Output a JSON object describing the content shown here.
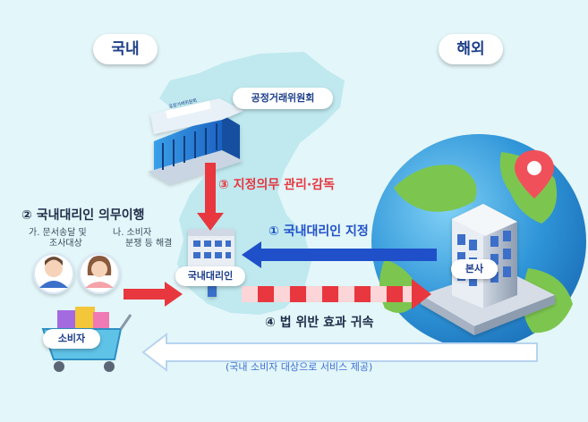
{
  "regions": {
    "domestic": "국내",
    "overseas": "해외"
  },
  "entities": {
    "ftc": "공정거래위원회",
    "ftc_sign": "공정거래위원회",
    "agent": "국내대리인",
    "hq": "본사",
    "consumer": "소비자"
  },
  "flows": {
    "step1": "① 국내대리인 지정",
    "step2": "② 국내대리인 의무이행",
    "step3": "③ 지정의무 관리·감독",
    "step4": "④ 법 위반 효과 귀속",
    "service": "(국내 소비자 대상으로 서비스 제공)"
  },
  "duties": {
    "a_line1": "가. 문서송달 및",
    "a_line2": "조사대상",
    "b_line1": "나. 소비자",
    "b_line2": "분쟁 등 해결"
  },
  "colors": {
    "background": "#e3f6f9",
    "korea_map": "#bfe9ef",
    "pill_text": "#1d3e8a",
    "flow_blue": "#1f50c9",
    "flow_red": "#e8373f",
    "service_text": "#3c6fd4",
    "earth_ocean": "#2f95d8",
    "earth_land": "#7cc64f",
    "map_pin": "#f0505a"
  },
  "icons": [
    "government-building-icon",
    "agent-building-icon",
    "headquarters-building-icon",
    "earth-globe-icon",
    "map-pin-icon",
    "male-avatar-icon",
    "female-avatar-icon",
    "shopping-cart-icon"
  ]
}
